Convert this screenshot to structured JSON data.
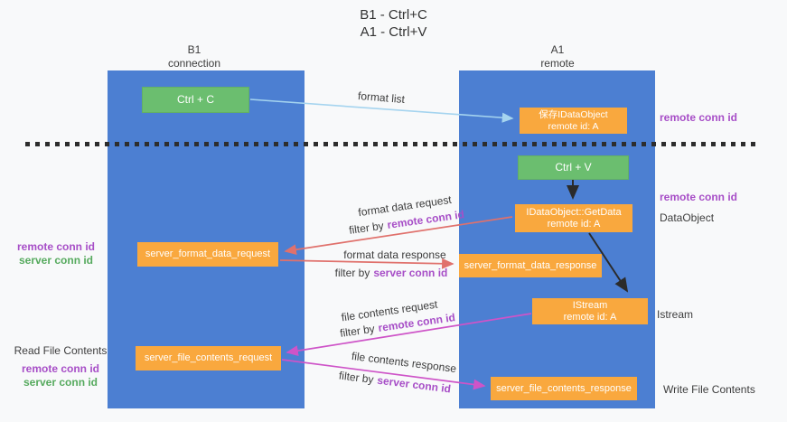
{
  "colors": {
    "bg": "#f8f9fa",
    "lane-blue": "#4c7fd2",
    "box-orange": "#f9a83e",
    "box-green": "#6bbe6f",
    "arrow-lightblue": "#a5d4ef",
    "arrow-black": "#2b2b2b",
    "arrow-red": "#e0716c",
    "arrow-pink": "#ce54c8",
    "text-dark": "#3d3d3d",
    "text-purple": "#a74ec7",
    "text-green": "#56aa5e",
    "dash": "#2d2d2d"
  },
  "title": {
    "line1": "B1 - Ctrl+C",
    "line2": "A1 - Ctrl+V"
  },
  "lanes": {
    "left": {
      "title": "B1",
      "subtitle": "connection"
    },
    "right": {
      "title": "A1",
      "subtitle": "remote"
    }
  },
  "boxes": {
    "ctrl_c": {
      "label": "Ctrl + C"
    },
    "save_dataobject": {
      "line1": "保存IDataObject",
      "line2": "remote id: A"
    },
    "ctrl_v": {
      "label": "Ctrl + V"
    },
    "getdata": {
      "line1": "IDataObject::GetData",
      "line2": "remote id: A"
    },
    "server_format_data_request": {
      "label": "server_format_data_request"
    },
    "server_format_data_response": {
      "label": "server_format_data_response"
    },
    "istream": {
      "line1": "IStream",
      "line2": "remote id: A"
    },
    "server_file_contents_request": {
      "label": "server_file_contents_request"
    },
    "server_file_contents_response": {
      "label": "server_file_contents_response"
    }
  },
  "arrow_labels": {
    "format_list": "format list",
    "format_data_request": "format data request",
    "format_data_response": "format data response",
    "file_contents_request": "file contents request",
    "file_contents_response": "file contents response",
    "filter_by": "filter by",
    "remote_conn_id": "remote conn id",
    "server_conn_id": "server conn id"
  },
  "side_labels": {
    "remote_conn_id": "remote conn id",
    "server_conn_id": "server conn id",
    "dataobject": "DataObject",
    "istream": "Istream",
    "read_file_contents": "Read File Contents",
    "write_file_contents": "Write File Contents"
  }
}
